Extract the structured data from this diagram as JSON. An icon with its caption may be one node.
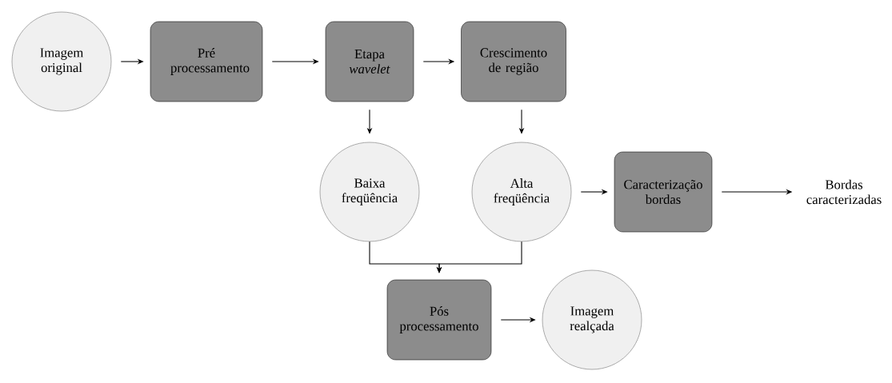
{
  "diagram": {
    "nodes": [
      {
        "text": [
          "Imagem original"
        ]
      },
      {
        "text": [
          "Pré processamento"
        ]
      },
      {
        "text": [
          "Etapa *wavelet*"
        ]
      },
      {
        "text": [
          "Crescimento de região"
        ]
      },
      {
        "text": [
          "Baixa freqüência"
        ]
      },
      {
        "text": [
          "Alta freqüência"
        ]
      },
      {
        "text": [
          "Caracterização bordas"
        ]
      },
      {
        "text": [
          "Bordas caracterizadas"
        ]
      },
      {
        "text": [
          "Pós processamento"
        ]
      },
      {
        "text": [
          "Imagem realçada"
        ]
      }
    ],
    "edges": [
      {
        "from": 0,
        "to": 1,
        "arrow": "to"
      },
      {
        "from": 1,
        "to": 2,
        "arrow": "to"
      },
      {
        "from": 2,
        "to": 3,
        "arrow": "to"
      },
      {
        "from": 2,
        "to": 4,
        "arrow": "to"
      },
      {
        "from": 3,
        "to": 5,
        "arrow": "to"
      },
      {
        "from": 5,
        "to": 6,
        "arrow": "to"
      },
      {
        "from": 6,
        "to": 7,
        "arrow": "to"
      },
      {
        "from": 4,
        "to": 8,
        "arrow": "to"
      },
      {
        "from": 5,
        "to": 8,
        "arrow": "to"
      },
      {
        "from": 8,
        "to": 9,
        "arrow": "to"
      }
    ]
  }
}
